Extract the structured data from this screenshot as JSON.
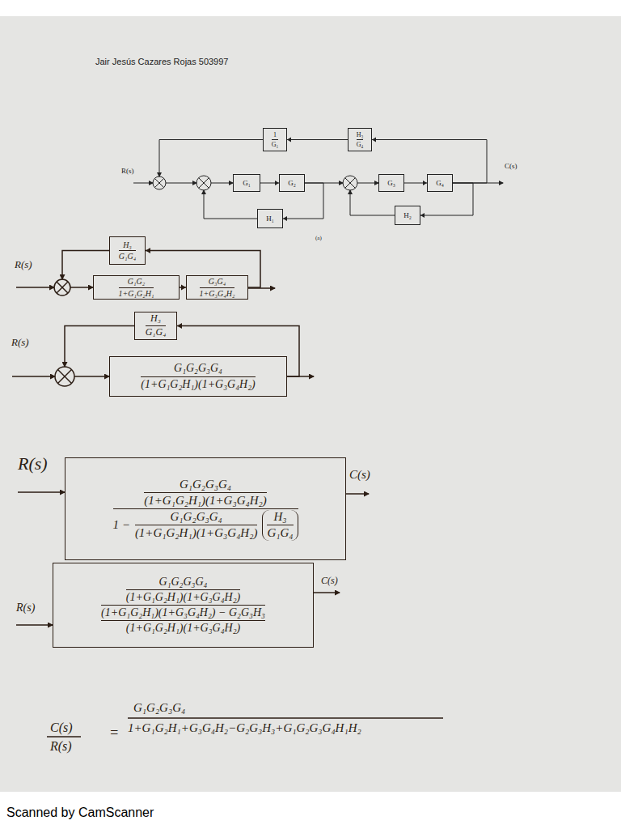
{
  "diagram": {
    "title": "Jair Jesús Cazares Rojas 503997",
    "caption": "Scanned by CamScanner",
    "nodes": [
      {
        "text": [
          "1",
          "G₁"
        ]
      },
      {
        "text": [
          "H₃",
          "G₄"
        ]
      },
      {
        "text": [
          "G₁"
        ]
      },
      {
        "text": [
          "G₂"
        ]
      },
      {
        "text": [
          "H₁"
        ]
      },
      {
        "text": [
          "G₃"
        ]
      },
      {
        "text": [
          "G₄"
        ]
      },
      {
        "text": [
          "H₂"
        ]
      },
      {
        "text": [
          "H₃",
          "G₁G₄"
        ]
      },
      {
        "text": [
          "G₁G₂",
          "1+G₁G₂H₁"
        ]
      },
      {
        "text": [
          "G₃G₄",
          "1+G₃G₄H₂"
        ]
      },
      {
        "text": [
          "H₃",
          "G₁G₄"
        ]
      },
      {
        "text": [
          "G₁G₂G₃G₄",
          "(1+G₁G₂H₁)(1+G₃G₄H₂)"
        ]
      },
      {
        "text": [
          "G₁G₂G₃G₄",
          "(1+G₁G₂H₁)(1+G₃G₄H₂)",
          "1 −",
          "G₁G₂G₃G₄",
          "(1+G₁G₂H₁)(1+G₃G₄H₂)",
          "H₃",
          "G₁G₄"
        ]
      },
      {
        "text": [
          "G₁G₂G₃G₄",
          "(1+G₁G₂H₁)(1+G₃G₄H₂)",
          "(1+G₁G₂H₁)(1+G₃G₄H₂) − G₂G₃H₃",
          "(1+G₁G₂H₁)(1+G₃G₄H₂)"
        ]
      }
    ],
    "edges": [
      {
        "from": 2,
        "to": 3,
        "arrow": "to"
      },
      {
        "from": 5,
        "to": 6,
        "arrow": "to"
      },
      {
        "from": 1,
        "to": 0,
        "arrow": "to"
      },
      {
        "from": 3,
        "to": 4,
        "arrow": "to"
      },
      {
        "from": 6,
        "to": 1,
        "arrow": "to"
      },
      {
        "from": 6,
        "to": 7,
        "arrow": "to"
      },
      {
        "from": 9,
        "to": 10,
        "arrow": "to"
      },
      {
        "from": 10,
        "to": 8,
        "arrow": "to"
      },
      {
        "from": 12,
        "to": 11,
        "arrow": "to"
      }
    ],
    "labels": [
      "R(s)",
      "C(s)",
      "(a)",
      "R(s)",
      "R(s)",
      "R(s)",
      "C(s)",
      "R(s)",
      "C(s)",
      "C(s)",
      "R(s)",
      "=",
      "G₁G₂G₃G₄",
      "1+G₁G₂H₁+G₃G₄H₂−G₂G₃H₃+G₁G₂G₃G₄H₁H₂"
    ]
  }
}
